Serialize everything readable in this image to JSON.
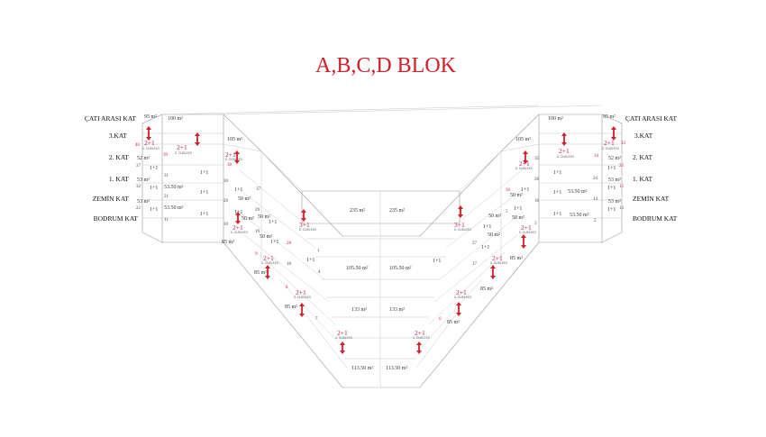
{
  "title": "A,B,C,D BLOK",
  "floors_left": [
    "ÇATI ARASI KAT",
    "3.KAT",
    "2. KAT",
    "1. KAT",
    "ZEMİN KAT",
    "BODRUM KAT"
  ],
  "floors_right": [
    "ÇATI ARASI KAT",
    "3.KAT",
    "2. KAT",
    "1. KAT",
    "ZEMİN KAT",
    "BODRUM KAT"
  ],
  "areas": [
    {
      "t": "95 m²"
    },
    {
      "t": "100 m²"
    },
    {
      "t": "52 m²"
    },
    {
      "t": "53 m²"
    },
    {
      "t": "53.50 m²"
    },
    {
      "t": "53 m²"
    },
    {
      "t": "53.50 m²"
    },
    {
      "t": "105 m²"
    },
    {
      "t": "50 m²"
    },
    {
      "t": "50 m²"
    },
    {
      "t": "50 m²"
    },
    {
      "t": "50 m²"
    },
    {
      "t": "85 m²"
    },
    {
      "t": "85 m²"
    },
    {
      "t": "85 m²"
    },
    {
      "t": "235 m²"
    },
    {
      "t": "235 m²"
    },
    {
      "t": "105.50 m²"
    },
    {
      "t": "105.50 m²"
    },
    {
      "t": "133 m²"
    },
    {
      "t": "133 m²"
    },
    {
      "t": "113.50 m²"
    },
    {
      "t": "113.50 m²"
    },
    {
      "t": "100 m²"
    },
    {
      "t": "95 m²"
    },
    {
      "t": "105 m²"
    },
    {
      "t": "52 m²"
    },
    {
      "t": "53 m²"
    },
    {
      "t": "53.50 m²"
    },
    {
      "t": "53 m²"
    },
    {
      "t": "53.50 m²"
    },
    {
      "t": "50 m²"
    },
    {
      "t": "50 m²"
    },
    {
      "t": "50 m²"
    },
    {
      "t": "50 m²"
    },
    {
      "t": "85 m²"
    },
    {
      "t": "85 m²"
    },
    {
      "t": "85 m²"
    }
  ],
  "units": [
    {
      "t": "1+1"
    },
    {
      "t": "1+1"
    },
    {
      "t": "1+1"
    },
    {
      "t": "1+1"
    },
    {
      "t": "1+1"
    },
    {
      "t": "1+1"
    },
    {
      "t": "1+1"
    },
    {
      "t": "1+1"
    },
    {
      "t": "1+1"
    },
    {
      "t": "1+1"
    },
    {
      "t": "1+1"
    },
    {
      "t": "1+1"
    },
    {
      "t": "1+1"
    },
    {
      "t": "1+1"
    },
    {
      "t": "1+1"
    },
    {
      "t": "1+1"
    },
    {
      "t": "1+1"
    },
    {
      "t": "1+1"
    },
    {
      "t": "1+1"
    },
    {
      "t": "1+1"
    },
    {
      "t": "1+1"
    },
    {
      "t": "1+1"
    }
  ],
  "highlights": [
    {
      "t": "2+1"
    },
    {
      "t": "2+1"
    },
    {
      "t": "2+1"
    },
    {
      "t": "2+1"
    },
    {
      "t": "2+1"
    },
    {
      "t": "2+1"
    },
    {
      "t": "3+1"
    },
    {
      "t": "2+1"
    },
    {
      "t": "2+1"
    },
    {
      "t": "2+1"
    },
    {
      "t": "2+1"
    },
    {
      "t": "2+1"
    },
    {
      "t": "2+1"
    },
    {
      "t": "2+1"
    },
    {
      "t": "3+1"
    },
    {
      "t": "2+1"
    }
  ],
  "sublabel": "D. DUBLEKS",
  "numbers": [
    {
      "t": "40"
    },
    {
      "t": "39"
    },
    {
      "t": "37"
    },
    {
      "t": "32"
    },
    {
      "t": "22"
    },
    {
      "t": "12"
    },
    {
      "t": "31"
    },
    {
      "t": "21"
    },
    {
      "t": "11"
    },
    {
      "t": "38"
    },
    {
      "t": "30"
    },
    {
      "t": "37"
    },
    {
      "t": "29"
    },
    {
      "t": "20"
    },
    {
      "t": "19"
    },
    {
      "t": "10"
    },
    {
      "t": "28"
    },
    {
      "t": "18"
    },
    {
      "t": "9"
    },
    {
      "t": "8"
    },
    {
      "t": "1"
    },
    {
      "t": "4"
    },
    {
      "t": "7"
    },
    {
      "t": "33"
    },
    {
      "t": "34"
    },
    {
      "t": "35"
    },
    {
      "t": "25"
    },
    {
      "t": "24"
    },
    {
      "t": "15"
    },
    {
      "t": "14"
    },
    {
      "t": "13"
    },
    {
      "t": "3"
    },
    {
      "t": "2"
    },
    {
      "t": "36"
    },
    {
      "t": "26"
    },
    {
      "t": "16"
    },
    {
      "t": "5"
    },
    {
      "t": "27"
    },
    {
      "t": "17"
    },
    {
      "t": "6"
    }
  ]
}
